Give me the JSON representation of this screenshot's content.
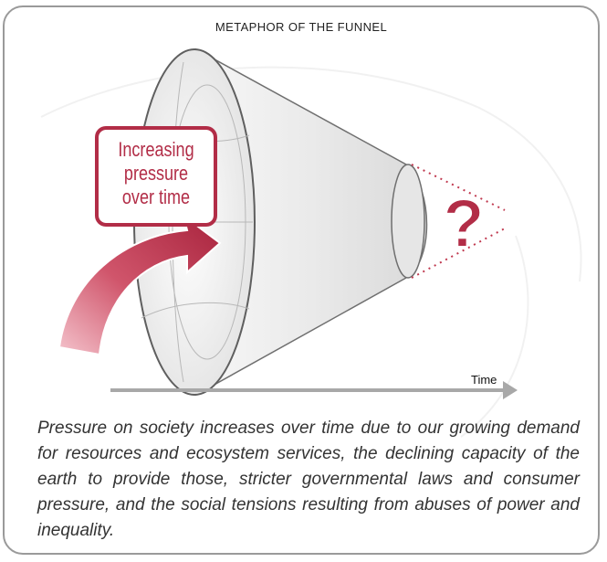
{
  "diagram": {
    "title": "METAPHOR OF THE FUNNEL",
    "callout_lines": [
      "Increasing",
      "pressure",
      "over time"
    ],
    "question_mark": "?",
    "axis_label": "Time",
    "caption": "Pressure on society increases over time due to our growing demand for resources and ecosystem services, the declining capacity of the earth to provide those, stricter governmental laws and consumer pressure, and the social tensions resulting from abuses of power and inequality."
  },
  "colors": {
    "accent": "#b22d47",
    "frame": "#9a9a9a",
    "funnel_fill": "#eeeeee",
    "funnel_stroke": "#6f6f6f",
    "time_arrow": "#a8a8a8",
    "caption_text": "#333333"
  },
  "icons": {
    "pressure_arrow": "curved-arrow-icon",
    "unknown_future": "question-mark-icon"
  }
}
